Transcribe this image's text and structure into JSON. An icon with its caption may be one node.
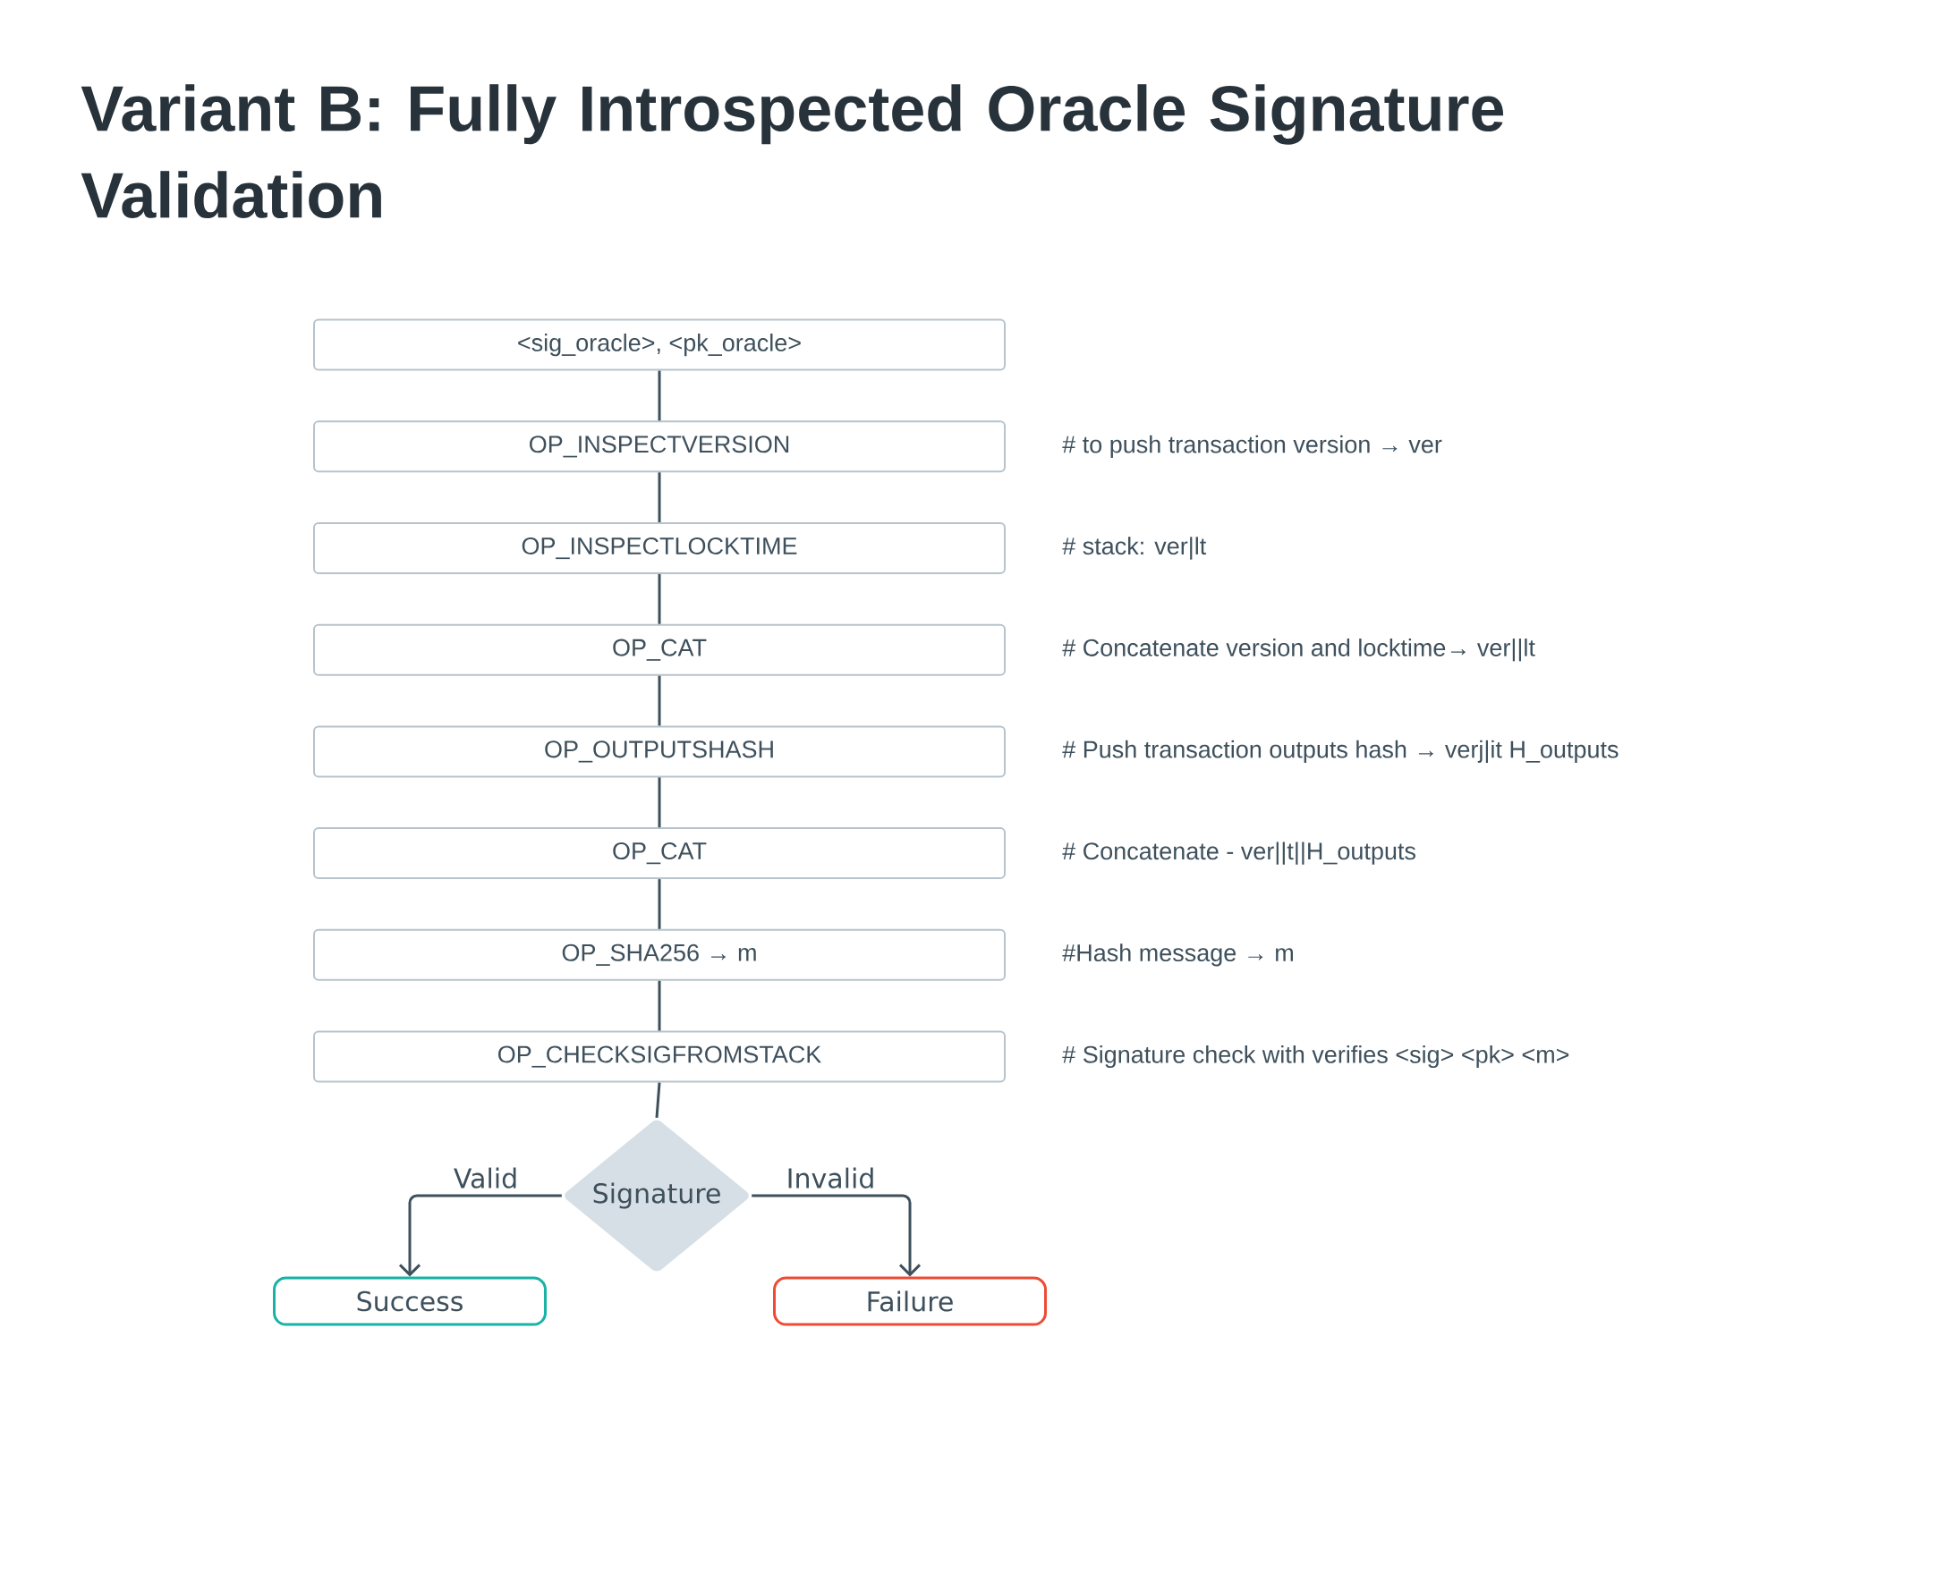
{
  "diagram": {
    "title": "Variant B: Fully Introspected Oracle Signature Validation",
    "nodes": [
      {
        "text": [
          "<sig_oracle>, <pk_oracle>"
        ]
      },
      {
        "text": [
          "OP_INSPECTVERSION"
        ],
        "beside": [
          "# to push transaction version → ver"
        ]
      },
      {
        "text": [
          "OP_INSPECTLOCKTIME"
        ],
        "beside": [
          "# stack: ver|lt"
        ]
      },
      {
        "text": [
          "OP_CAT"
        ],
        "beside": [
          "# Concatenate version and locktime→ ver||lt"
        ]
      },
      {
        "text": [
          "OP_OUTPUTSHASH"
        ],
        "beside": [
          "# Push transaction outputs hash → verj|it H_outputs"
        ]
      },
      {
        "text": [
          "OP_CAT"
        ],
        "beside": [
          "# Concatenate - ver||t||H_outputs"
        ]
      },
      {
        "text": [
          "OP_SHA256 → m"
        ],
        "beside": [
          "#Hash message → m"
        ]
      },
      {
        "text": [
          "OP_CHECKSIGFROMSTACK"
        ],
        "beside": [
          "# Signature check with verifies <sig> <pk> <m>"
        ]
      },
      {
        "text": [
          "Signature"
        ]
      },
      {
        "text": [
          "Success"
        ]
      },
      {
        "text": [
          "Failure"
        ]
      }
    ],
    "edges": [
      {
        "from": 0,
        "to": 1,
        "arrow": "none"
      },
      {
        "from": 1,
        "to": 2,
        "arrow": "none"
      },
      {
        "from": 2,
        "to": 3,
        "arrow": "none"
      },
      {
        "from": 3,
        "to": 4,
        "arrow": "none"
      },
      {
        "from": 4,
        "to": 5,
        "arrow": "none"
      },
      {
        "from": 5,
        "to": 6,
        "arrow": "none"
      },
      {
        "from": 6,
        "to": 7,
        "arrow": "none"
      },
      {
        "from": 7,
        "to": 8,
        "arrow": "none"
      },
      {
        "from": 8,
        "to": 9,
        "arrow": "to",
        "label": "Valid"
      },
      {
        "from": 8,
        "to": 10,
        "arrow": "to",
        "label": "Invalid"
      }
    ]
  }
}
